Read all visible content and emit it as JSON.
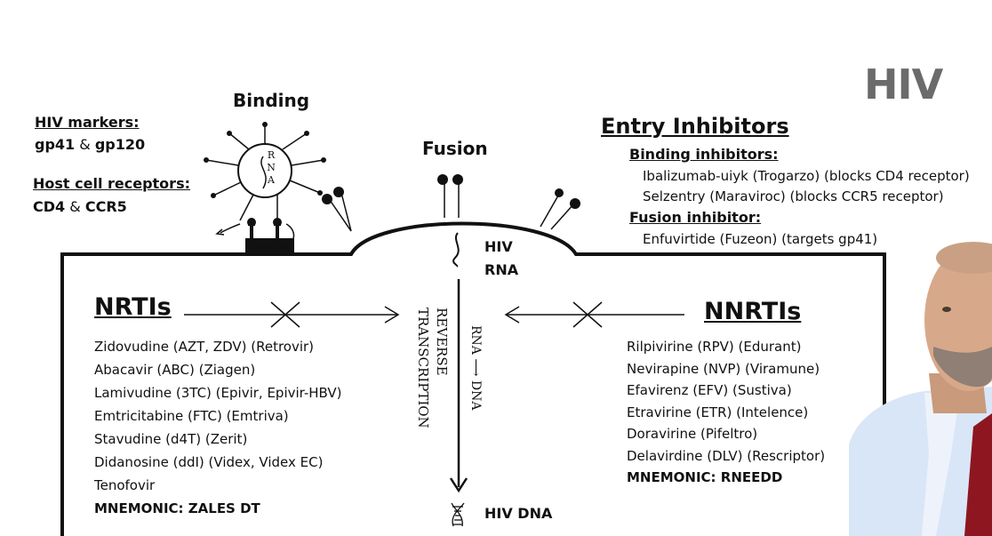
{
  "title": "HIV",
  "binding_label": "Binding",
  "fusion_label": "Fusion",
  "virus_rna_letters": [
    "R",
    "N",
    "A"
  ],
  "hiv_markers": {
    "heading": "HIV markers:",
    "line_a": "gp41",
    "amp": "&",
    "line_b": "gp120"
  },
  "host_receptors": {
    "heading": "Host cell receptors:",
    "line_a": "CD4",
    "amp": "&",
    "line_b": "CCR5"
  },
  "entry_inhibitors": {
    "heading": "Entry Inhibitors",
    "binding_heading": "Binding inhibitors:",
    "binding_items": [
      "Ibalizumab-uiyk (Trogarzo) (blocks CD4 receptor)",
      "Selzentry (Maraviroc) (blocks CCR5 receptor)"
    ],
    "fusion_heading": "Fusion inhibitor:",
    "fusion_items": [
      "Enfuvirtide (Fuzeon) (targets gp41)"
    ]
  },
  "center": {
    "hiv_rna_1": "HIV",
    "hiv_rna_2": "RNA",
    "reverse_1": "REVERSE",
    "reverse_2": "TRANSCRIPTION",
    "rna_to_dna": "RNA ⟶ DNA",
    "hiv_dna": "HIV DNA"
  },
  "nrtis": {
    "heading": "NRTIs",
    "items": [
      "Zidovudine (AZT, ZDV) (Retrovir)",
      "Abacavir (ABC) (Ziagen)",
      "Lamivudine (3TC) (Epivir, Epivir-HBV)",
      "Emtricitabine (FTC) (Emtriva)",
      "Stavudine (d4T) (Zerit)",
      "Didanosine (ddI) (Videx, Videx EC)",
      "Tenofovir"
    ],
    "mnemonic": "MNEMONIC: ZALES DT"
  },
  "nnrtis": {
    "heading": "NNRTIs",
    "items": [
      "Rilpivirine (RPV) (Edurant)",
      "Nevirapine (NVP) (Viramune)",
      "Efavirenz (EFV) (Sustiva)",
      "Etravirine (ETR) (Intelence)",
      "Doravirine (Pifeltro)",
      "Delavirdine (DLV) (Rescriptor)"
    ],
    "mnemonic": "MNEMONIC: RNEEDD"
  },
  "colors": {
    "title": "#6b6b6b",
    "ink": "#111111",
    "presenter_shirt": "#d9e6f7",
    "presenter_tie": "#8e1620"
  }
}
